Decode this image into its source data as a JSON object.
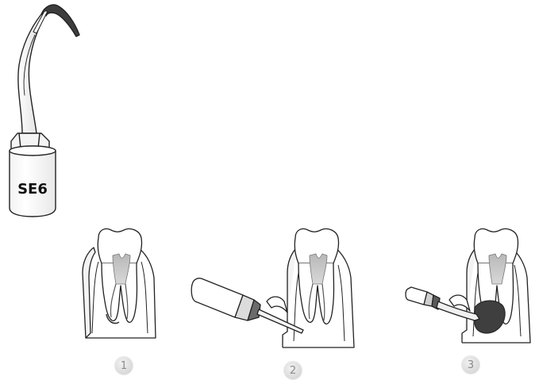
{
  "instrument": {
    "label": "SE6"
  },
  "steps": [
    {
      "number": "1"
    },
    {
      "number": "2"
    },
    {
      "number": "3"
    }
  ],
  "colors": {
    "outline": "#222222",
    "tip_dark": "#4a4a4a",
    "pulp_gray": "#a9a9a9",
    "filling_dark": "#3f3f3f",
    "badge_text": "#8a8a8a"
  }
}
